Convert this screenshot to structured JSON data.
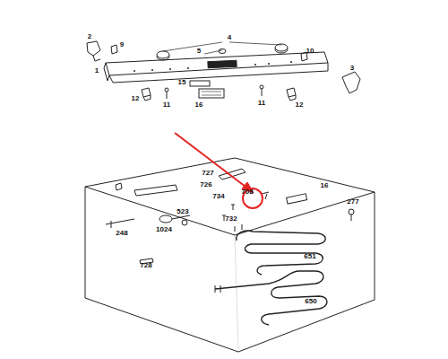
{
  "diagram": {
    "labels": [
      "2",
      "9",
      "4",
      "5",
      "10",
      "1",
      "3",
      "15",
      "12",
      "11",
      "16",
      "11",
      "12",
      "727",
      "726",
      "708",
      "734",
      "16",
      "732",
      "277",
      "523",
      "248",
      "1024",
      "651",
      "728",
      "650"
    ]
  }
}
